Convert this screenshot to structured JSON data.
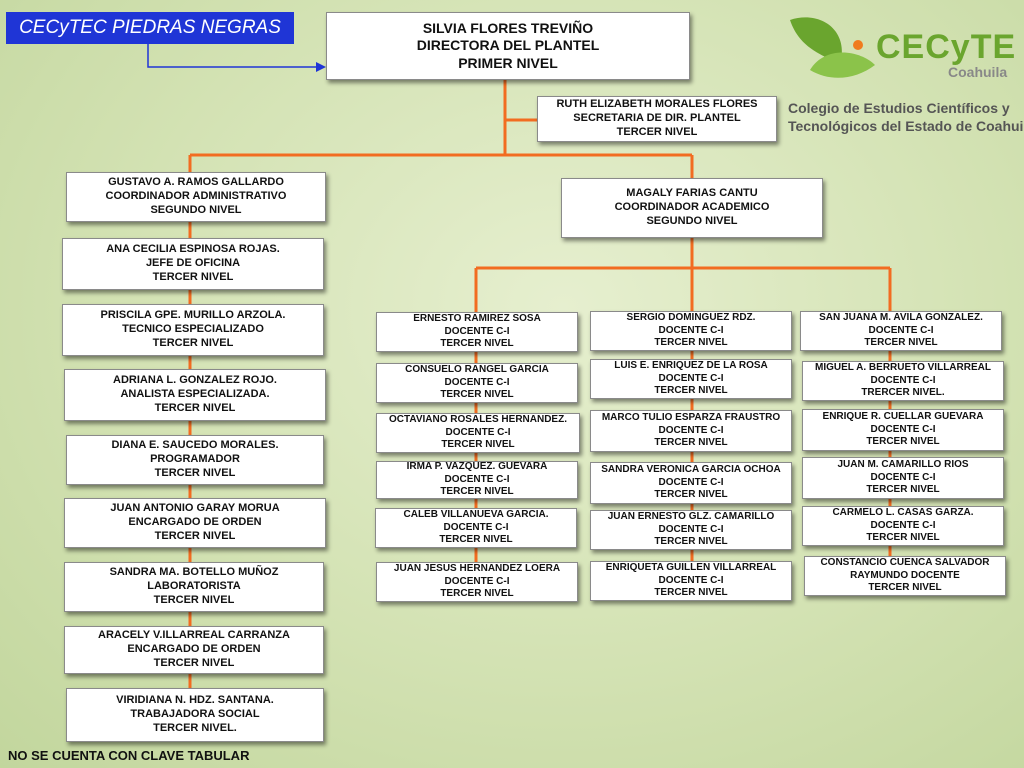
{
  "school_tag": "CECyTEC PIEDRAS NEGRAS",
  "logo": {
    "brand": "CECyTE",
    "state": "Coahuila",
    "name_line1": "Colegio de Estudios Científicos y",
    "name_line2": "Tecnológicos del Estado de Coahuila"
  },
  "director": [
    "SILVIA FLORES TREVIÑO",
    "DIRECTORA DEL PLANTEL",
    "PRIMER NIVEL"
  ],
  "secretary": [
    "RUTH ELIZABETH MORALES FLORES",
    "SECRETARIA DE DIR. PLANTEL",
    "TERCER NIVEL"
  ],
  "admin_coord": [
    "GUSTAVO A. RAMOS GALLARDO",
    "COORDINADOR ADMINISTRATIVO",
    "SEGUNDO NIVEL"
  ],
  "academic_coord": [
    "MAGALY FARIAS CANTU",
    "COORDINADOR ACADEMICO",
    "SEGUNDO NIVEL"
  ],
  "admin_staff": [
    [
      "ANA CECILIA ESPINOSA ROJAS.",
      "JEFE DE OFICINA",
      "TERCER NIVEL"
    ],
    [
      "PRISCILA GPE. MURILLO ARZOLA.",
      "TECNICO ESPECIALIZADO",
      "TERCER NIVEL"
    ],
    [
      "ADRIANA L. GONZALEZ ROJO.",
      "ANALISTA ESPECIALIZADA.",
      "TERCER NIVEL"
    ],
    [
      "DIANA E. SAUCEDO MORALES.",
      "PROGRAMADOR",
      "TERCER NIVEL"
    ],
    [
      "JUAN ANTONIO GARAY MORUA",
      "ENCARGADO DE ORDEN",
      "TERCER NIVEL"
    ],
    [
      "SANDRA MA. BOTELLO MUÑOZ",
      "LABORATORISTA",
      "TERCER NIVEL"
    ],
    [
      "ARACELY V.ILLARREAL CARRANZA",
      "ENCARGADO DE ORDEN",
      "TERCER NIVEL"
    ],
    [
      "VIRIDIANA N. HDZ. SANTANA.",
      "TRABAJADORA SOCIAL",
      "TERCER NIVEL."
    ]
  ],
  "teachers_col1": [
    [
      "ERNESTO RAMIREZ SOSA",
      "DOCENTE C-I",
      "TERCER NIVEL"
    ],
    [
      "CONSUELO RANGEL GARCIA",
      "DOCENTE C-I",
      "TERCER NIVEL"
    ],
    [
      "OCTAVIANO ROSALES HERNANDEZ.",
      "DOCENTE C-I",
      "TERCER NIVEL"
    ],
    [
      "IRMA P. VAZQUEZ. GUEVARA",
      "DOCENTE C-I",
      "TERCER NIVEL"
    ],
    [
      "CALEB VILLANUEVA GARCIA.",
      "DOCENTE C-I",
      "TERCER NIVEL"
    ],
    [
      "JUAN JESUS HERNANDEZ LOERA",
      "DOCENTE C-I",
      "TERCER NIVEL"
    ]
  ],
  "teachers_col2": [
    [
      "SERGIO DOMINGUEZ RDZ.",
      "DOCENTE C-I",
      "TERCER NIVEL"
    ],
    [
      "LUIS E. ENRIQUEZ DE LA ROSA",
      "DOCENTE C-I",
      "TERCER NIVEL"
    ],
    [
      "MARCO TULIO ESPARZA FRAUSTRO",
      "DOCENTE C-I",
      "TERCER NIVEL"
    ],
    [
      "SANDRA VERONICA GARCIA OCHOA",
      "DOCENTE C-I",
      "TERCER NIVEL"
    ],
    [
      "JUAN ERNESTO GLZ. CAMARILLO",
      "DOCENTE C-I",
      "TERCER NIVEL"
    ],
    [
      "ENRIQUETA GUILLEN VILLARREAL",
      "DOCENTE C-I",
      "TERCER NIVEL"
    ]
  ],
  "teachers_col3": [
    [
      "SAN JUANA M. AVILA GONZALEZ.",
      "DOCENTE C-I",
      "TERCER NIVEL"
    ],
    [
      "MIGUEL A. BERRUETO VILLARREAL",
      "DOCENTE C-I",
      "TRERCER NIVEL."
    ],
    [
      "ENRIQUE R. CUELLAR GUEVARA",
      "DOCENTE C-I",
      "TERCER NIVEL"
    ],
    [
      "JUAN M. CAMARILLO RIOS",
      "DOCENTE C-I",
      "TERCER NIVEL"
    ],
    [
      "CARMELO L. CASAS GARZA.",
      "DOCENTE C-I",
      "TERCER NIVEL"
    ],
    [
      "CONSTANCIO CUENCA SALVADOR",
      "RAYMUNDO DOCENTE",
      "TERCER NIVEL"
    ]
  ],
  "footer_note": "NO SE CUENTA CON CLAVE TABULAR",
  "colors": {
    "connector": "#f26c21",
    "tag_bg": "#1f35d6",
    "logo_green": "#6aa52e",
    "logo_orange": "#f07c1e"
  }
}
